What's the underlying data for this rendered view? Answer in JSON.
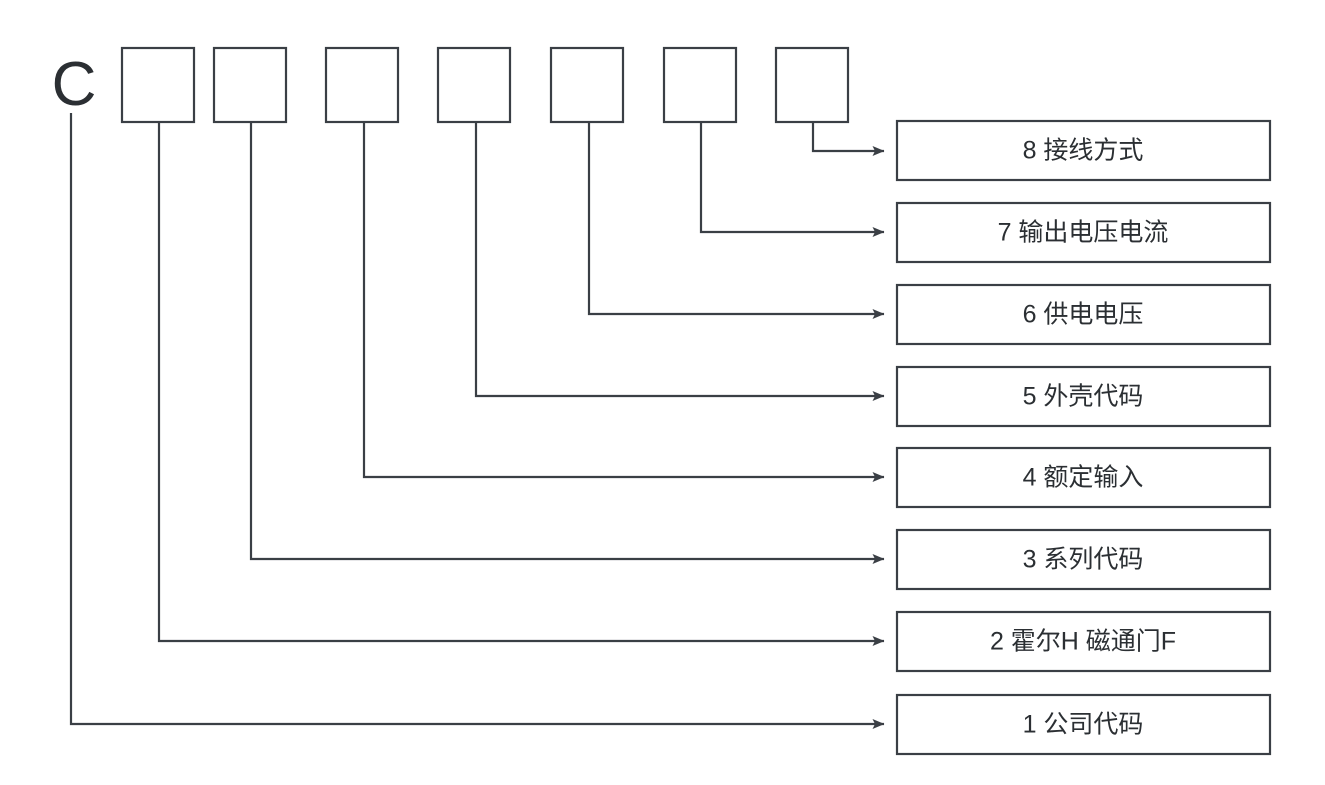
{
  "diagram": {
    "title_letter": "C",
    "stroke_color": "#3a3f45",
    "text_color": "#2b2f33",
    "background_color": "#ffffff",
    "code_boxes": [
      {
        "index": 1,
        "value": ""
      },
      {
        "index": 2,
        "value": ""
      },
      {
        "index": 3,
        "value": ""
      },
      {
        "index": 4,
        "value": ""
      },
      {
        "index": 5,
        "value": ""
      },
      {
        "index": 6,
        "value": ""
      },
      {
        "index": 7,
        "value": ""
      }
    ],
    "labels": [
      {
        "number": "8",
        "text": "8 接线方式"
      },
      {
        "number": "7",
        "text": "7 输出电压电流"
      },
      {
        "number": "6",
        "text": "6 供电电压"
      },
      {
        "number": "5",
        "text": "5 外壳代码"
      },
      {
        "number": "4",
        "text": "4 额定输入"
      },
      {
        "number": "3",
        "text": "3 系列代码"
      },
      {
        "number": "2",
        "text": "2 霍尔H 磁通门F"
      },
      {
        "number": "1",
        "text": "1 公司代码"
      }
    ]
  }
}
